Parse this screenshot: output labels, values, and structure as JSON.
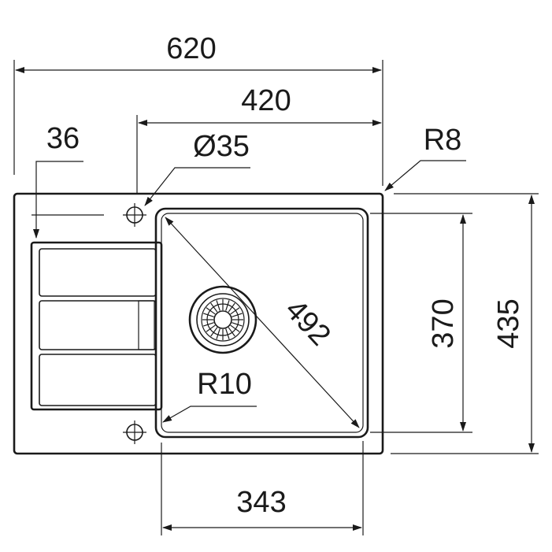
{
  "dimensions": {
    "overall_width": "620",
    "bowl_offset_width": "420",
    "left_margin": "36",
    "tap_hole": "Ø35",
    "outer_radius": "R8",
    "bowl_diagonal": "492",
    "bowl_depth": "370",
    "overall_depth": "435",
    "inner_radius": "R10",
    "bowl_width": "343"
  },
  "icons": {
    "tap_hole": "crosshair-circle-icon",
    "drain": "strainer-waste-icon"
  }
}
